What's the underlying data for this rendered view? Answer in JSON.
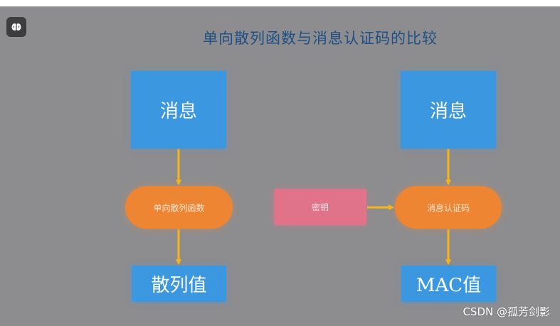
{
  "title": "单向散列函数与消息认证码的比较",
  "left_column": {
    "message": "消息",
    "function": "单向散列函数",
    "output": "散列值"
  },
  "right_column": {
    "message": "消息",
    "key": "密钥",
    "function": "消息认证码",
    "output": "MAC值"
  },
  "watermark": "CSDN @孤芳剑影",
  "colors": {
    "background": "#8d8d8f",
    "box": "#3a97e0",
    "pill": "#ee8533",
    "key": "#e0738a",
    "arrow": "#f5b51a",
    "title": "#1e4f86"
  },
  "icons": {
    "corner_button": "brain-icon"
  }
}
